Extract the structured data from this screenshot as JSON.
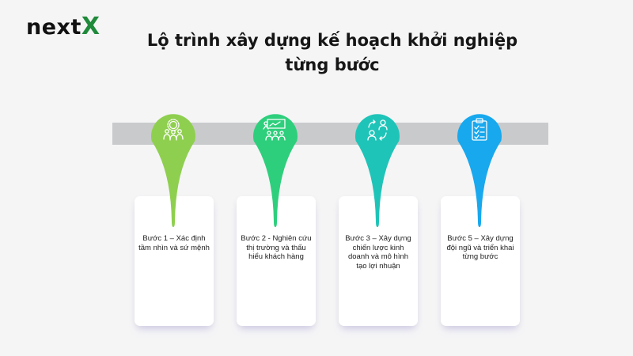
{
  "brand": {
    "name": "next",
    "accent": "X",
    "accent_color": "#1f8a3a"
  },
  "title": {
    "line1": "Lộ trình xây dựng kế hoạch khởi nghiệp",
    "line2": "từng bước"
  },
  "steps": [
    {
      "label": "Bước 1 – Xác định tầm nhìn và sứ mệnh",
      "icon": "team-gears-icon",
      "color": "#8fcf4f"
    },
    {
      "label": "Bước 2 - Nghiên cứu thị trường và thấu hiểu khách hàng",
      "icon": "presentation-audience-icon",
      "color": "#2ecf7c"
    },
    {
      "label": "Bước 3 – Xây dựng chiến lược kinh doanh và mô hình tạo lợi nhuận",
      "icon": "people-exchange-icon",
      "color": "#1fc4b8"
    },
    {
      "label": "Bước 5 – Xây dựng đội ngũ và triển khai từng bước",
      "icon": "clipboard-checklist-icon",
      "color": "#18a8ee"
    }
  ]
}
